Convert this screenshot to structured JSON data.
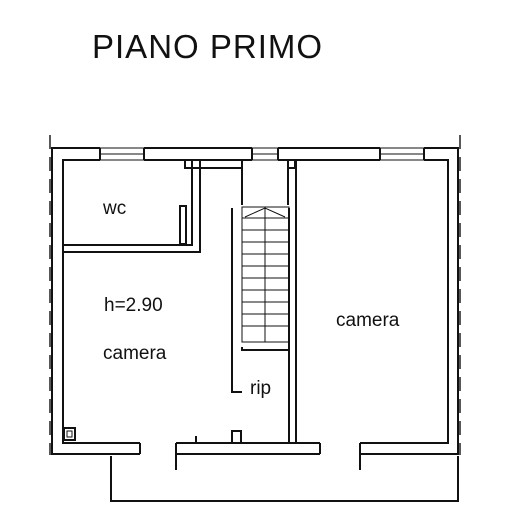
{
  "title": "PIANO PRIMO",
  "rooms": {
    "wc": "wc",
    "left_room_height": "h=2.90",
    "left_room_name": "camera",
    "right_room_name": "camera",
    "storage": "rip"
  }
}
